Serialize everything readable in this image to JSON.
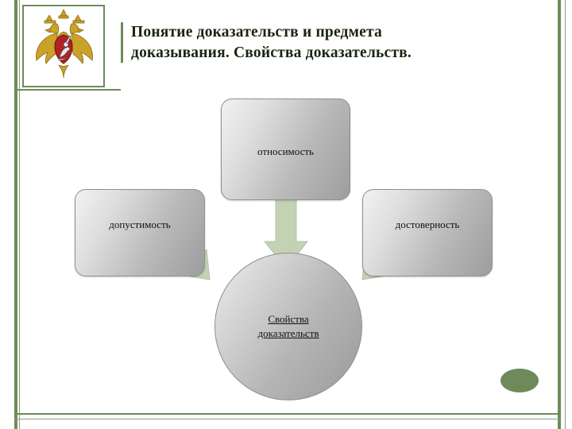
{
  "slide": {
    "title": "Понятие доказательств и предмета доказывания. Свойства доказательств.",
    "emblem_name": "russian-coat-of-arms"
  },
  "diagram": {
    "type": "radial",
    "nodes": [
      {
        "id": "relevance",
        "label": "относимость",
        "shape": "rounded-rectangle"
      },
      {
        "id": "admissibility",
        "label": "допустимость",
        "shape": "rounded-rectangle"
      },
      {
        "id": "reliability",
        "label": "достоверность",
        "shape": "rounded-rectangle"
      },
      {
        "id": "center",
        "label_line1": "Свойства",
        "label_line2": "доказательств",
        "shape": "circle"
      }
    ],
    "arrows": [
      {
        "from": "relevance",
        "to": "center",
        "direction": "down"
      },
      {
        "from": "admissibility",
        "to": "center",
        "direction": "down-right"
      },
      {
        "from": "reliability",
        "to": "center",
        "direction": "down-left"
      }
    ]
  },
  "colors": {
    "accent_green": "#6f8a5a",
    "arrow_green": "#c3d2b4",
    "shape_gray": "#b9b9b9",
    "title_text": "#18250f"
  }
}
